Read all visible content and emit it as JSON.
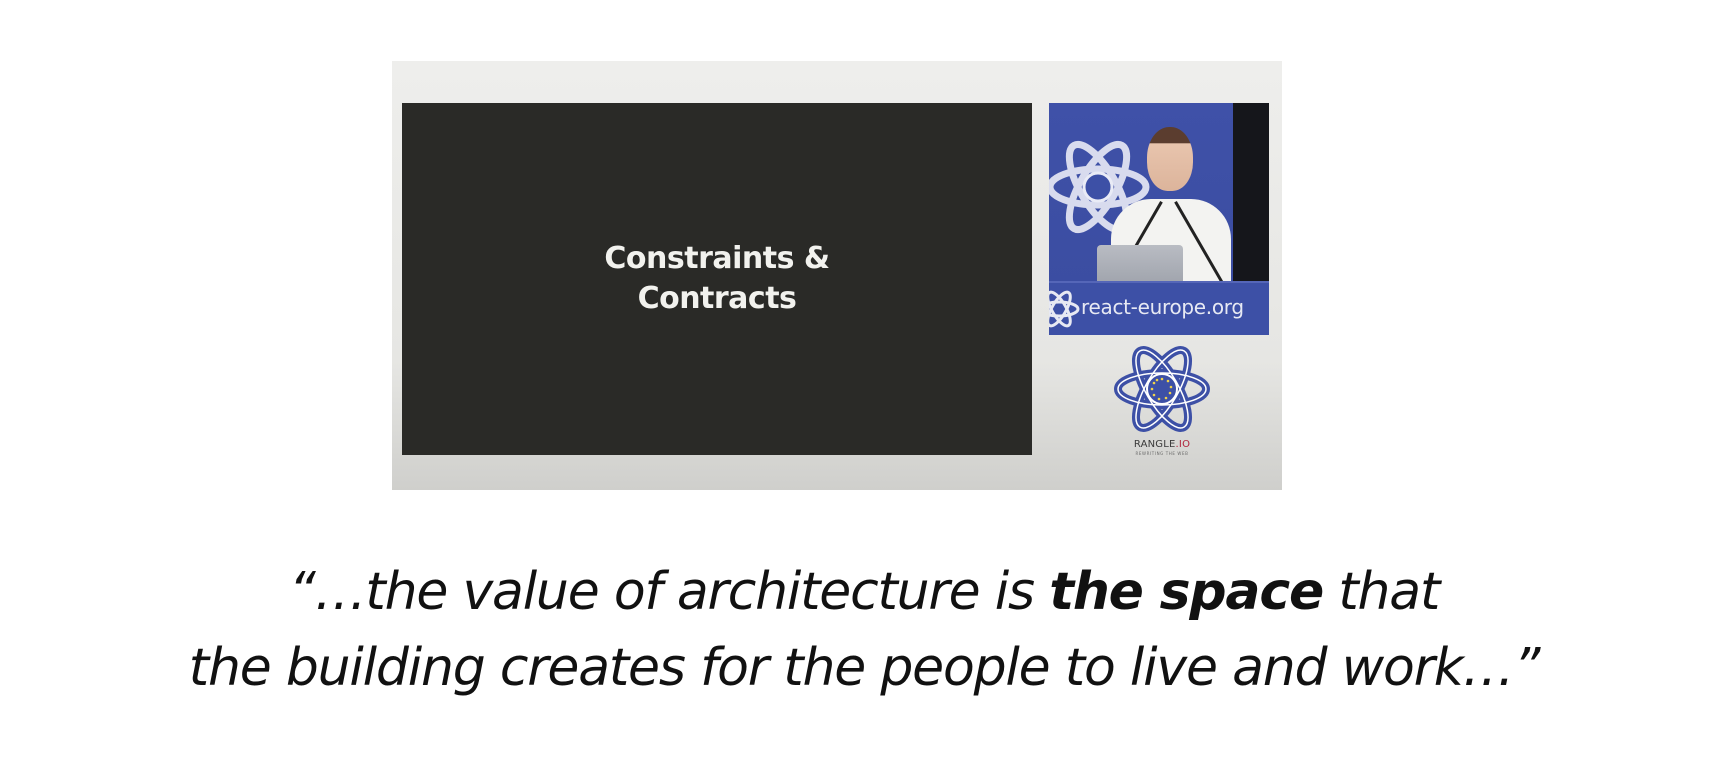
{
  "video_still": {
    "slide_title_line1": "Constraints &",
    "slide_title_line2": "Contracts",
    "banner_text": "react-europe.org",
    "sponsor_name_main": "RANGLE",
    "sponsor_name_accent": ".IO",
    "sponsor_tagline": "REWRITING THE WEB"
  },
  "quote": {
    "line1_before": "“…the value of architecture is ",
    "line1_emphasis": "the space",
    "line1_after": " that",
    "line2": "the building creates for the people to live and work…”"
  },
  "colors": {
    "slide_background": "#2a2a27",
    "react_europe_blue": "#3d50a6",
    "rangle_accent": "#b0243c"
  }
}
